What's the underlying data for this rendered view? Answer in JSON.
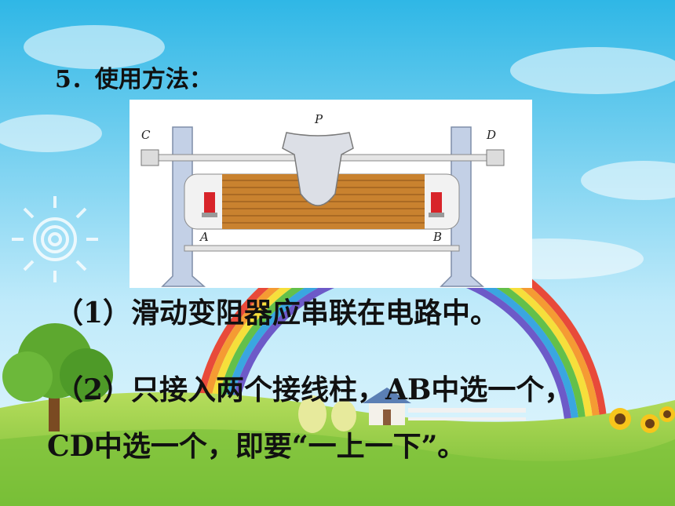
{
  "slide": {
    "heading": "5．使用方法：",
    "item1": "（1）滑动变阻器应串联在电路中。",
    "item2": "（2）只接入两个接线柱，AB中选一个，",
    "item3": "CD中选一个，即要“一上一下”。"
  },
  "figure": {
    "label_p": "P",
    "label_c": "C",
    "label_d": "D",
    "label_a": "A",
    "label_b": "B"
  },
  "colors": {
    "sky_top": "#2fb7e6",
    "sky_bottom": "#c9eefb",
    "grass": "#8cc63f",
    "coil": "#c9822f",
    "frame": "#c3d0e6"
  },
  "icons": [
    "sun-icon",
    "tree-icon",
    "house-icon",
    "rainbow-icon",
    "sunflower-icon",
    "rheostat-diagram"
  ]
}
